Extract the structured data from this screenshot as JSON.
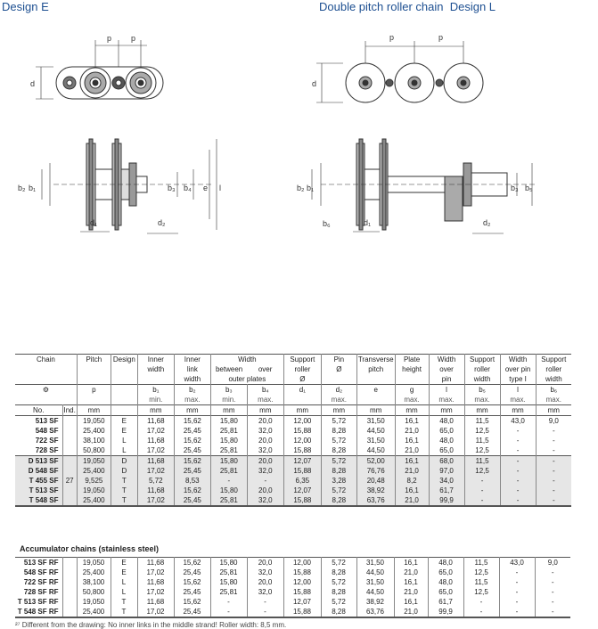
{
  "header": {
    "left": "Design E",
    "right_prefix": "Double pitch roller chain",
    "right_design": "Design L"
  },
  "drawing_labels": {
    "p": "p",
    "d": "d",
    "b2": "b₂",
    "b1": "b₁",
    "b3": "b₃",
    "b4": "b₄",
    "e": "e",
    "l": "l",
    "d1": "d₁",
    "d2": "d₂",
    "b5": "b₅",
    "b6": "b₆"
  },
  "table": {
    "head1": [
      "Chain",
      "Pitch",
      "Design",
      "Inner",
      "Inner",
      "Width",
      "Support",
      "Pin",
      "Transverse",
      "Plate",
      "Width",
      "Support",
      "Width",
      "Support"
    ],
    "head2": [
      "",
      "",
      "",
      "width",
      "link",
      "between",
      "over",
      "roller",
      "Ø",
      "pitch",
      "height",
      "over",
      "roller",
      "over pin",
      "roller"
    ],
    "head3": [
      "",
      "",
      "",
      "",
      "width",
      "outer plates",
      "",
      "Ø",
      "",
      "",
      "",
      "pin",
      "width",
      "type I",
      "width"
    ],
    "sym": [
      "⚙",
      "p",
      "",
      "b₁",
      "b₂",
      "b₃",
      "b₄",
      "d₁",
      "d₂",
      "e",
      "g",
      "l",
      "b₅",
      "l",
      "b₆"
    ],
    "limits": [
      "",
      "",
      "",
      "min.",
      "max.",
      "min.",
      "max.",
      "",
      "max.",
      "",
      "max.",
      "max.",
      "max.",
      "max.",
      "max."
    ],
    "unit_no": "No.",
    "unit_ind": "Ind.",
    "units": [
      "mm",
      "",
      "mm",
      "mm",
      "mm",
      "mm",
      "mm",
      "mm",
      "mm",
      "mm",
      "mm",
      "mm",
      "mm",
      "mm"
    ],
    "rows": [
      [
        "513 SF",
        "",
        "19,050",
        "E",
        "11,68",
        "15,62",
        "15,80",
        "20,0",
        "12,00",
        "5,72",
        "31,50",
        "16,1",
        "48,0",
        "11,5",
        "43,0",
        "9,0"
      ],
      [
        "548 SF",
        "",
        "25,400",
        "E",
        "17,02",
        "25,45",
        "25,81",
        "32,0",
        "15,88",
        "8,28",
        "44,50",
        "21,0",
        "65,0",
        "12,5",
        "-",
        "-"
      ],
      [
        "722 SF",
        "",
        "38,100",
        "L",
        "11,68",
        "15,62",
        "15,80",
        "20,0",
        "12,00",
        "5,72",
        "31,50",
        "16,1",
        "48,0",
        "11,5",
        "-",
        "-"
      ],
      [
        "728 SF",
        "",
        "50,800",
        "L",
        "17,02",
        "25,45",
        "25,81",
        "32,0",
        "15,88",
        "8,28",
        "44,50",
        "21,0",
        "65,0",
        "12,5",
        "-",
        "-"
      ],
      [
        "D 513 SF",
        "",
        "19,050",
        "D",
        "11,68",
        "15,62",
        "15,80",
        "20,0",
        "12,07",
        "5,72",
        "52,00",
        "16,1",
        "68,0",
        "11,5",
        "-",
        "-"
      ],
      [
        "D 548 SF",
        "",
        "25,400",
        "D",
        "17,02",
        "25,45",
        "25,81",
        "32,0",
        "15,88",
        "8,28",
        "76,76",
        "21,0",
        "97,0",
        "12,5",
        "-",
        "-"
      ],
      [
        "T 455 SF",
        "27",
        "9,525",
        "T",
        "5,72",
        "8,53",
        "-",
        "-",
        "6,35",
        "3,28",
        "20,48",
        "8,2",
        "34,0",
        "-",
        "-",
        "-"
      ],
      [
        "T 513 SF",
        "",
        "19,050",
        "T",
        "11,68",
        "15,62",
        "15,80",
        "20,0",
        "12,07",
        "5,72",
        "38,92",
        "16,1",
        "61,7",
        "-",
        "-",
        "-"
      ],
      [
        "T 548 SF",
        "",
        "25,400",
        "T",
        "17,02",
        "25,45",
        "25,81",
        "32,0",
        "15,88",
        "8,28",
        "63,76",
        "21,0",
        "99,9",
        "-",
        "-",
        "-"
      ]
    ],
    "section_title": "Accumulator chains (stainless steel)",
    "rows2": [
      [
        "513 SF RF",
        "",
        "19,050",
        "E",
        "11,68",
        "15,62",
        "15,80",
        "20,0",
        "12,00",
        "5,72",
        "31,50",
        "16,1",
        "48,0",
        "11,5",
        "43,0",
        "9,0"
      ],
      [
        "548 SF RF",
        "",
        "25,400",
        "E",
        "17,02",
        "25,45",
        "25,81",
        "32,0",
        "15,88",
        "8,28",
        "44,50",
        "21,0",
        "65,0",
        "12,5",
        "-",
        "-"
      ],
      [
        "722 SF RF",
        "",
        "38,100",
        "L",
        "11,68",
        "15,62",
        "15,80",
        "20,0",
        "12,00",
        "5,72",
        "31,50",
        "16,1",
        "48,0",
        "11,5",
        "-",
        "-"
      ],
      [
        "728 SF RF",
        "",
        "50,800",
        "L",
        "17,02",
        "25,45",
        "25,81",
        "32,0",
        "15,88",
        "8,28",
        "44,50",
        "21,0",
        "65,0",
        "12,5",
        "-",
        "-"
      ],
      [
        "T 513 SF RF",
        "",
        "19,050",
        "T",
        "11,68",
        "15,62",
        "-",
        "-",
        "12,07",
        "5,72",
        "38,92",
        "16,1",
        "61,7",
        "-",
        "-",
        "-"
      ],
      [
        "T 548 SF RF",
        "",
        "25,400",
        "T",
        "17,02",
        "25,45",
        "-",
        "-",
        "15,88",
        "8,28",
        "63,76",
        "21,0",
        "99,9",
        "-",
        "-",
        "-"
      ]
    ],
    "footnote": "²⁷ Different from the drawing: No inner links in the middle strand! Roller width: 8,5 mm."
  }
}
